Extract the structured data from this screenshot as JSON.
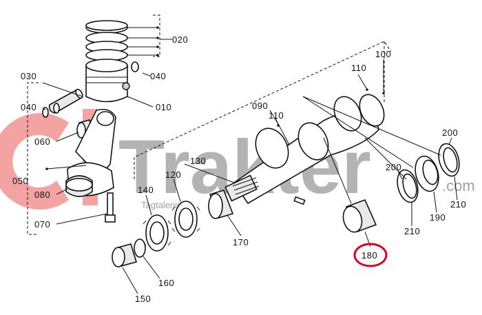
{
  "watermark": {
    "brand": "Trakter",
    "sub": "Tagtalenid",
    "suffix": ".com",
    "logo_color": "#f28a8a",
    "text_color": "#b3b3b3"
  },
  "highlight_color": "#e0001b",
  "labels": {
    "p020": "020",
    "p040a": "040",
    "p030": "030",
    "p010": "010",
    "p040b": "040",
    "p060": "060",
    "p050": "050",
    "p080": "080",
    "p070": "070",
    "p090": "090",
    "p110a": "110",
    "p110b": "110",
    "p100": "100",
    "p130": "130",
    "p120": "120",
    "p140": "140",
    "p170": "170",
    "p150": "150",
    "p160": "160",
    "p180": "180",
    "p200a": "200",
    "p200b": "200",
    "p210a": "210",
    "p210b": "210",
    "p190": "190"
  }
}
